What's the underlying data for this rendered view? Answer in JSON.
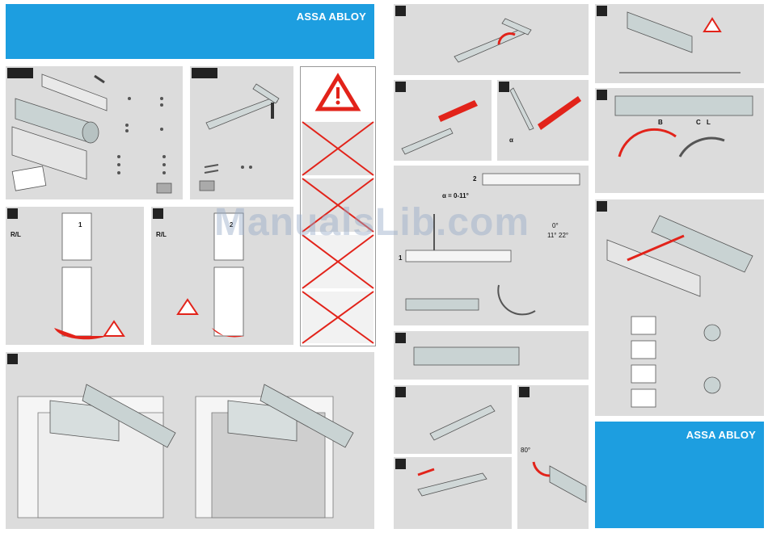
{
  "brand": {
    "name": "ASSA ABLOY",
    "color": "#1d9ee0"
  },
  "watermark": "ManualsLib.com",
  "labels": {
    "rl": "R/L",
    "door_number_1": "1",
    "door_number_2": "2",
    "angle": "α = 0-11°",
    "alpha": "α",
    "step_b": "B",
    "step_c": "C",
    "step_l": "L",
    "deg_80": "80°",
    "deg_0": "0°",
    "deg_11": "11°",
    "deg_22": "22°",
    "small_1": "1",
    "small_2": "2"
  },
  "icons": [
    "warning-triangle-icon",
    "arrows-icon",
    "lock-icon",
    "screw-icon"
  ]
}
